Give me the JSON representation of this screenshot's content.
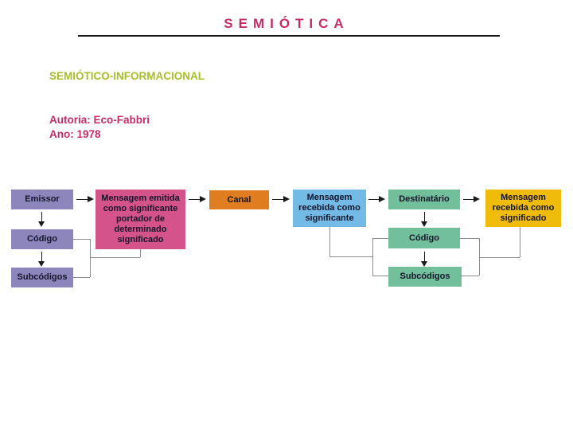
{
  "slide": {
    "title": "SEMIÓTICA",
    "subtitle": "SEMIÓTICO-INFORMACIONAL",
    "authorship": "Autoria: Eco-Fabbri",
    "year": "Ano: 1978"
  },
  "diagram": {
    "boxes": {
      "emissor": {
        "label": "Emissor",
        "color": "#8C86BD"
      },
      "codigo_emissor": {
        "label": "Código",
        "color": "#8C86BD"
      },
      "subcodigos_emissor": {
        "label": "Subcódigos",
        "color": "#8C86BD"
      },
      "mensagem_emitida": {
        "label": "Mensagem emitida como significante portador de determinado significado",
        "color": "#D3538A"
      },
      "canal": {
        "label": "Canal",
        "color": "#E07D20"
      },
      "mensagem_recebida_significante": {
        "label": "Mensagem recebida como significante",
        "color": "#73BAE6"
      },
      "destinatario": {
        "label": "Destinatário",
        "color": "#72BF9B"
      },
      "codigo_destinatario": {
        "label": "Código",
        "color": "#72BF9B"
      },
      "subcodigos_destinatario": {
        "label": "Subcódigos",
        "color": "#72BF9B"
      },
      "mensagem_recebida_significado": {
        "label": "Mensagem recebida como significado",
        "color": "#F0BC0B"
      }
    },
    "flow_order": [
      "Emissor",
      "Mensagem emitida como significante portador de determinado significado",
      "Canal",
      "Mensagem recebida como significante",
      "Destinatário",
      "Mensagem recebida como significado"
    ],
    "arrow_color": "#1a1a1a",
    "connector_color": "#8c8c8c"
  },
  "colors": {
    "title_text": "#C62C68",
    "subtitle_text": "#A8BE28",
    "meta_text": "#C62C68",
    "box_text": "#14142a",
    "background": "#ffffff"
  }
}
